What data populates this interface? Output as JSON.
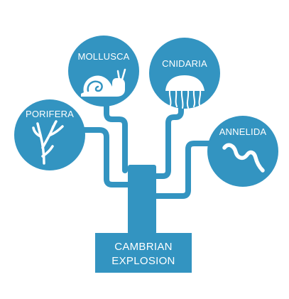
{
  "diagram": {
    "colors": {
      "primary": "#3394c1",
      "background": "#ffffff",
      "text": "#ffffff"
    },
    "base": {
      "line1": "CAMBRIAN",
      "line2": "EXPLOSION"
    },
    "nodes": [
      {
        "id": "porifera",
        "label": "PORIFERA",
        "icon": "sponge-icon"
      },
      {
        "id": "mollusca",
        "label": "MOLLUSCA",
        "icon": "snail-icon"
      },
      {
        "id": "cnidaria",
        "label": "CNIDARIA",
        "icon": "jellyfish-icon"
      },
      {
        "id": "annelida",
        "label": "ANNELIDA",
        "icon": "worm-icon"
      }
    ]
  }
}
